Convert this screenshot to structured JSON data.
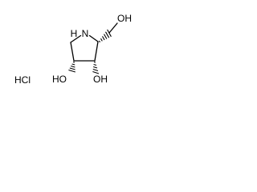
{
  "molecule": {
    "salt_label": "HCl",
    "atoms": {
      "ring_nitrogen": "N",
      "ring_nitrogen_hydrogen": "H",
      "hydroxymethyl_oxygen": "OH",
      "hydroxyl_left": "HO",
      "hydroxyl_right": "OH"
    }
  }
}
